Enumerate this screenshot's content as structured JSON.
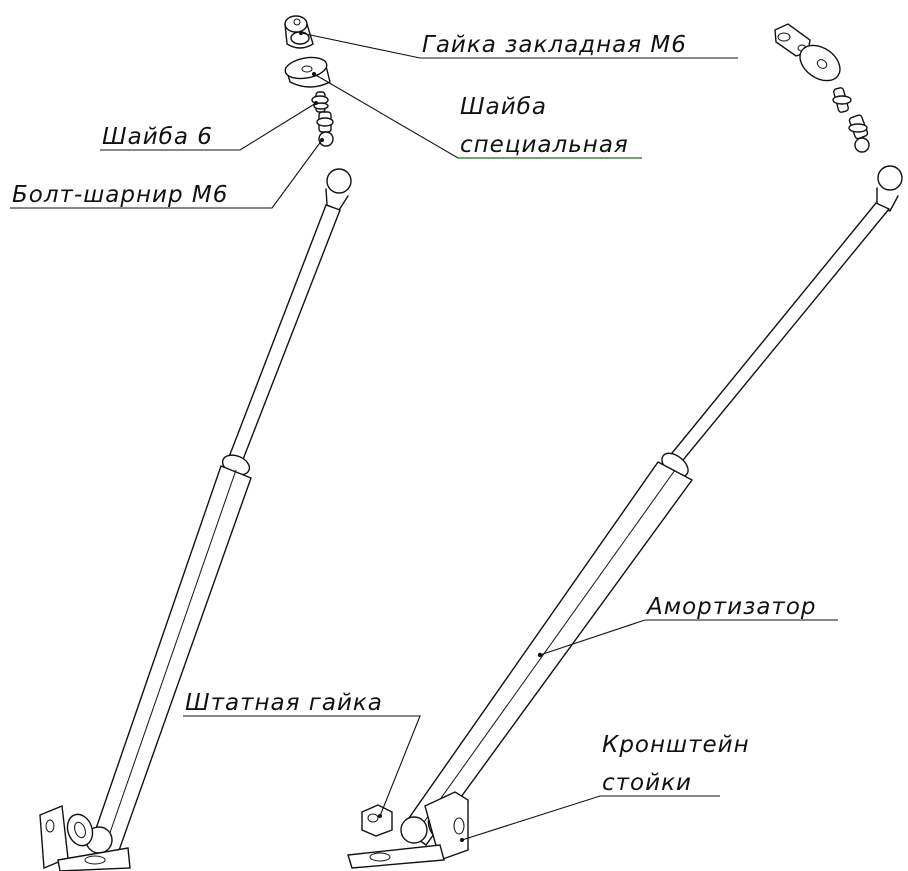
{
  "labels": {
    "nut_embedded": "Гайка закладная М6",
    "washer_special_1": "Шайба",
    "washer_special_2": "специальная",
    "washer_6": "Шайба 6",
    "bolt_hinge": "Болт-шарнир М6",
    "shock_absorber": "Амортизатор",
    "standard_nut": "Штатная гайка",
    "bracket_1": "Кронштейн",
    "bracket_2": "стойки"
  }
}
